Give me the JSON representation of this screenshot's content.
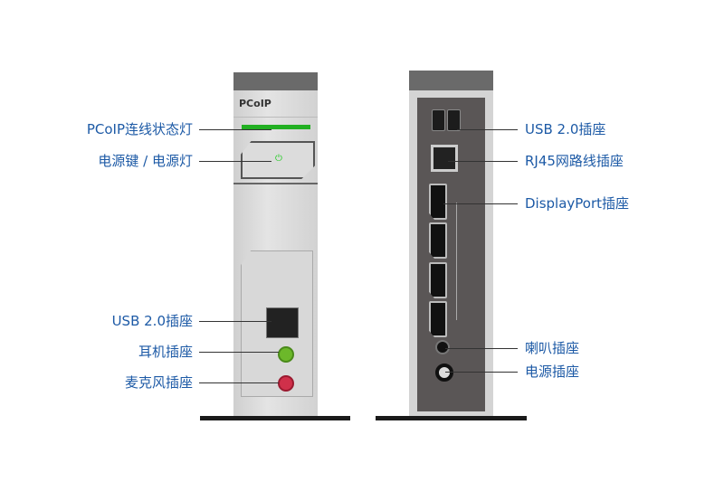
{
  "front": {
    "logo": "PCoIP",
    "labels": [
      "PCoIP连线状态灯",
      "电源键 / 电源灯",
      "USB 2.0插座",
      "耳机插座",
      "麦克风插座"
    ]
  },
  "back": {
    "labels": [
      "USB 2.0插座",
      "RJ45网路线插座",
      "DisplayPort插座",
      "喇叭插座",
      "电源插座"
    ]
  },
  "colors": {
    "label": "#1d5aa6",
    "led": "#22b022",
    "mic": "#d0304a",
    "headphone": "#6cb82a"
  }
}
